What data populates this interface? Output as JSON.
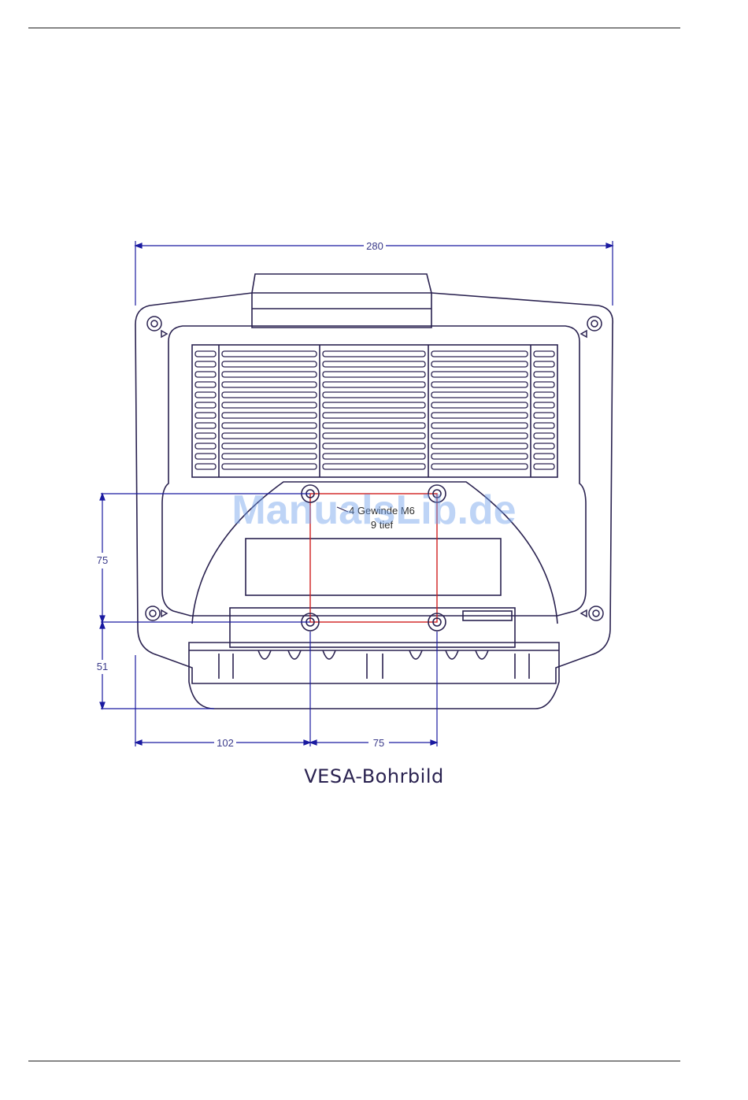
{
  "diagram": {
    "caption": "VESA-Bohrbild",
    "note_line1": "4 Gewinde M6",
    "note_line2": "9 tief",
    "watermark": "ManualsLib.de",
    "dimensions": {
      "overall_width": "280",
      "hole_spacing_vertical": "75",
      "bottom_offset": "51",
      "left_offset": "102",
      "hole_spacing_horizontal": "75"
    },
    "colors": {
      "outline": "#2a2250",
      "dimension_lines": "#1a1aa0",
      "hole_pattern": "#d02020",
      "watermark": "#6ea0eb"
    }
  }
}
